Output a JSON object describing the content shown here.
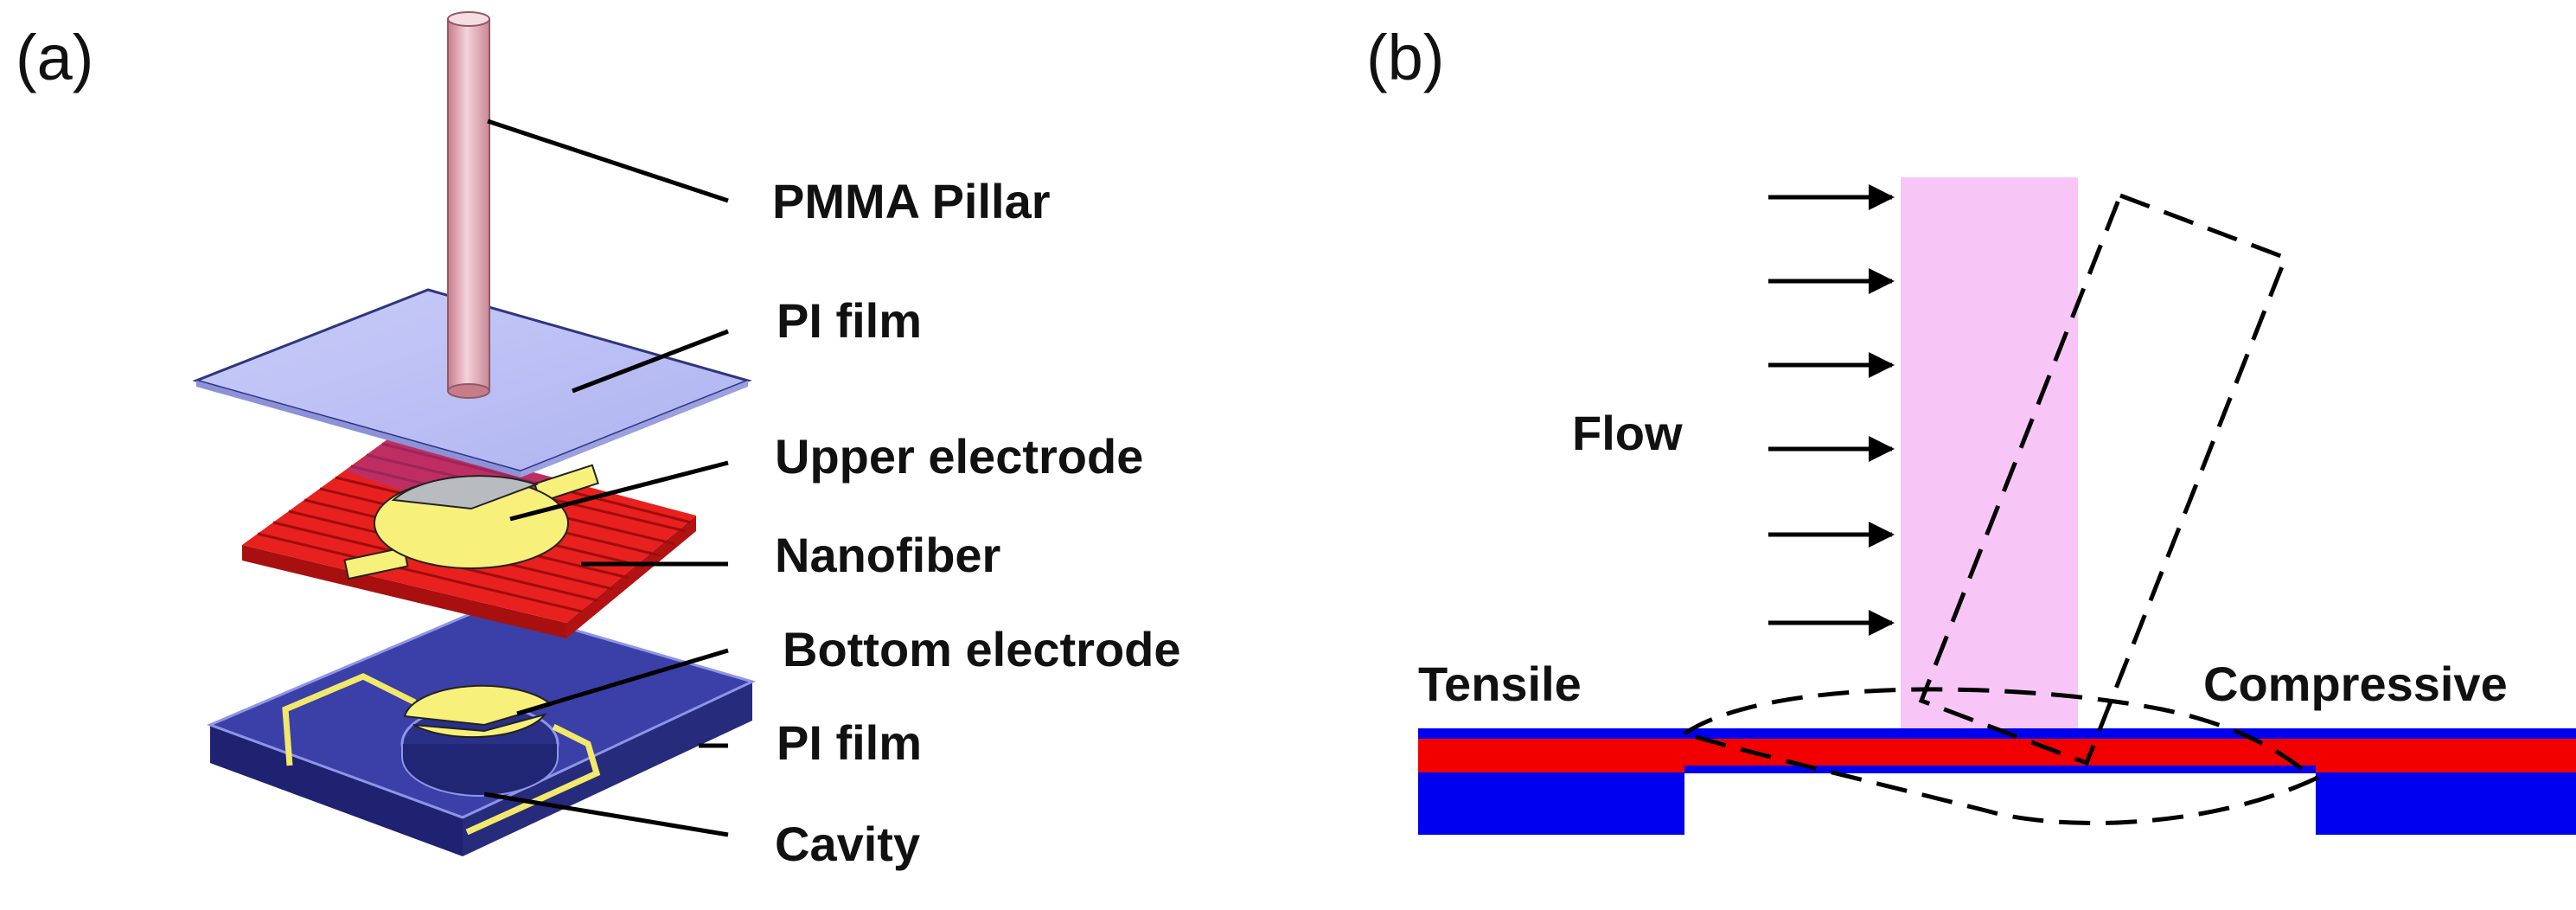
{
  "panel_a": {
    "label": "(a)",
    "callouts": [
      "PMMA Pillar",
      "PI film",
      "Upper electrode",
      "Nanofiber",
      "Bottom electrode",
      "PI film",
      "Cavity"
    ]
  },
  "panel_b": {
    "label": "(b)",
    "flow_label": "Flow",
    "tensile_label": "Tensile",
    "compressive_label": "Compressive"
  },
  "colors": {
    "pillar": "#e3a8b4",
    "pi_film_top": "#c2c6f6",
    "pi_film_dark": "#2b3088",
    "nanofiber_red": "#e8201e",
    "electrode_yellow": "#f7f07a",
    "beam_blue": "#0000f0",
    "beam_red": "#f20000",
    "pink_pillar": "#f8c6f6"
  }
}
